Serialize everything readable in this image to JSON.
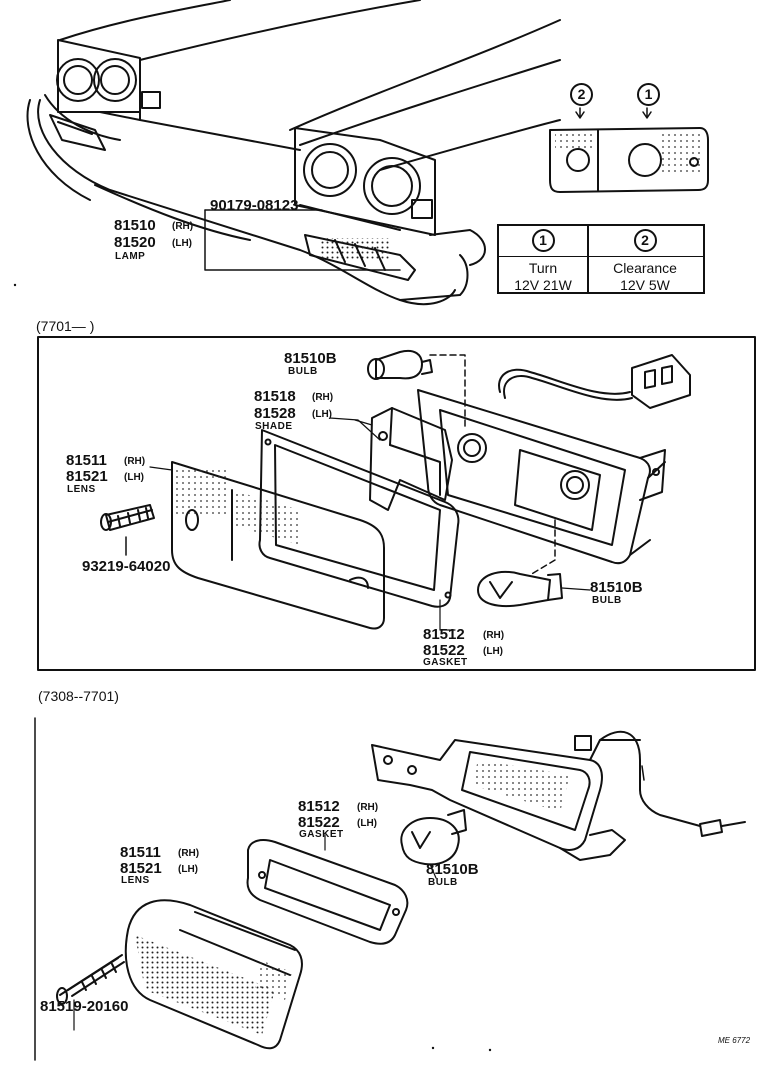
{
  "top_section": {
    "screw_part": "90179-08123",
    "lamp_rh": "81510",
    "lamp_lh": "81520",
    "rh": "(RH)",
    "lh": "(LH)",
    "lamp_name": "LAMP"
  },
  "bulb_callouts": {
    "c1": "1",
    "c2": "2"
  },
  "bulb_table": {
    "col1": {
      "num": "1",
      "type": "Turn",
      "spec": "12V 21W"
    },
    "col2": {
      "num": "2",
      "type": "Clearance",
      "spec": "12V 5W"
    }
  },
  "section_7701": {
    "range": "(7701—        )",
    "bulb_top_part": "81510B",
    "bulb_top_name": "BULB",
    "shade_rh": "81518",
    "shade_lh": "81528",
    "shade_name": "SHADE",
    "lens_rh": "81511",
    "lens_lh": "81521",
    "lens_name": "LENS",
    "screw_part": "93219-64020",
    "bulb_right_part": "81510B",
    "bulb_right_name": "BULB",
    "gasket_rh": "81512",
    "gasket_lh": "81522",
    "gasket_name": "GASKET",
    "rh": "(RH)",
    "lh": "(LH)"
  },
  "section_7308": {
    "range": "(7308--7701)",
    "gasket_rh": "81512",
    "gasket_lh": "81522",
    "gasket_name": "GASKET",
    "lens_rh": "81511",
    "lens_lh": "81521",
    "lens_name": "LENS",
    "bulb_part": "81510B",
    "bulb_name": "BULB",
    "screw_part": "81519-20160",
    "rh": "(RH)",
    "lh": "(LH)"
  },
  "ref_code": "ME 6772"
}
